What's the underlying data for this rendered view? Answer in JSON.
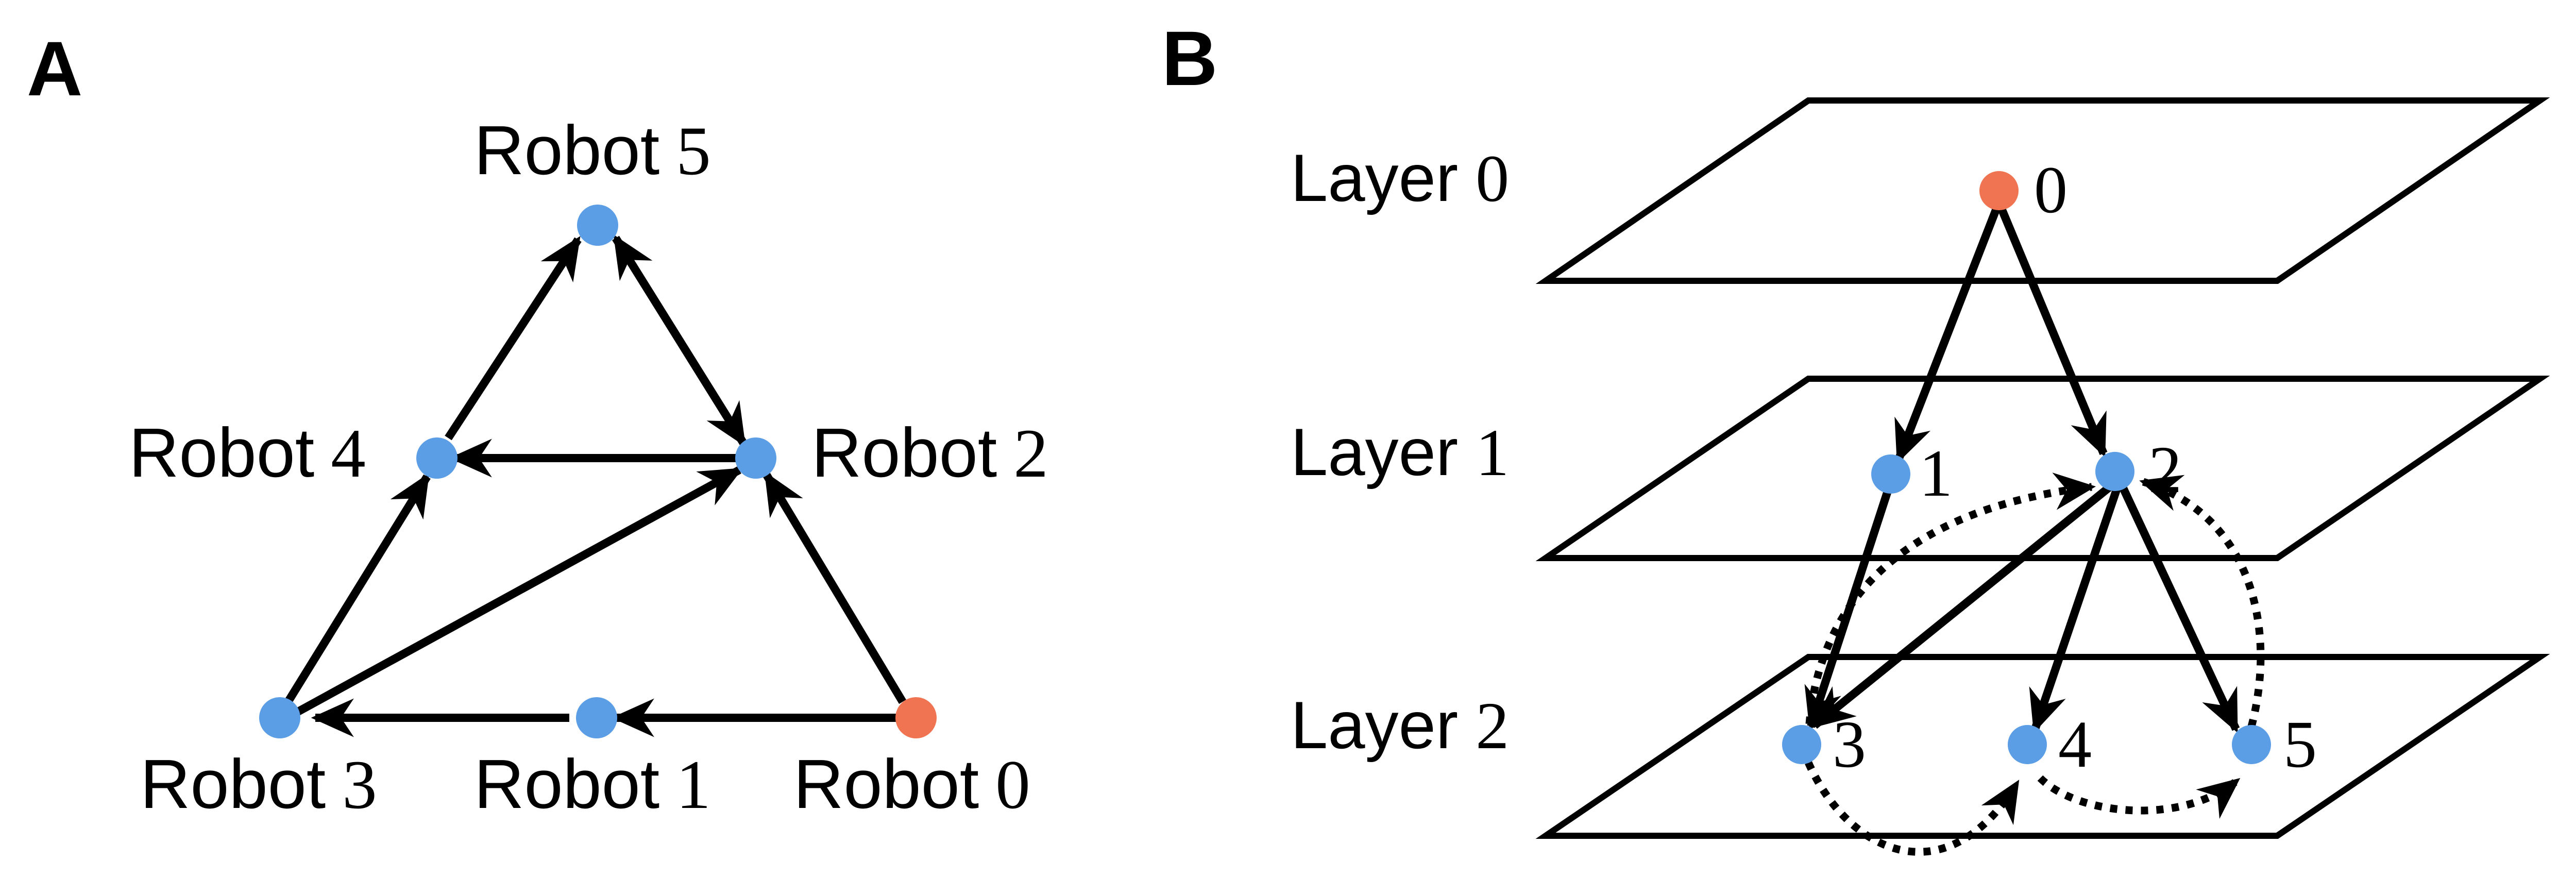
{
  "panel_a": {
    "label": "A",
    "robot_word": "Robot",
    "robots": [
      {
        "id": "0",
        "label_num": "0",
        "color": "#f07451"
      },
      {
        "id": "1",
        "label_num": "1",
        "color": "#5b9ee6"
      },
      {
        "id": "2",
        "label_num": "2",
        "color": "#5b9ee6"
      },
      {
        "id": "3",
        "label_num": "3",
        "color": "#5b9ee6"
      },
      {
        "id": "4",
        "label_num": "4",
        "color": "#5b9ee6"
      },
      {
        "id": "5",
        "label_num": "5",
        "color": "#5b9ee6"
      }
    ],
    "edges": [
      {
        "from": "0",
        "to": "1"
      },
      {
        "from": "1",
        "to": "3"
      },
      {
        "from": "0",
        "to": "2"
      },
      {
        "from": "3",
        "to": "2"
      },
      {
        "from": "3",
        "to": "4"
      },
      {
        "from": "2",
        "to": "4"
      },
      {
        "from": "4",
        "to": "5"
      },
      {
        "from": "5",
        "to": "2"
      },
      {
        "from": "2",
        "to": "5"
      }
    ]
  },
  "panel_b": {
    "label": "B",
    "layer_word": "Layer",
    "layers": [
      {
        "num": "0"
      },
      {
        "num": "1"
      },
      {
        "num": "2"
      }
    ],
    "nodes": [
      {
        "id": "0",
        "color": "#f07451"
      },
      {
        "id": "1",
        "color": "#5b9ee6"
      },
      {
        "id": "2",
        "color": "#5b9ee6"
      },
      {
        "id": "3",
        "color": "#5b9ee6"
      },
      {
        "id": "4",
        "color": "#5b9ee6"
      },
      {
        "id": "5",
        "color": "#5b9ee6"
      }
    ],
    "solid_edges": [
      {
        "from": "0",
        "to": "1"
      },
      {
        "from": "0",
        "to": "2"
      },
      {
        "from": "1",
        "to": "3"
      },
      {
        "from": "2",
        "to": "3"
      },
      {
        "from": "2",
        "to": "4"
      },
      {
        "from": "2",
        "to": "5"
      }
    ],
    "dotted_edges": [
      {
        "from": "3",
        "to": "2"
      },
      {
        "from": "5",
        "to": "2"
      },
      {
        "from": "3",
        "to": "4"
      },
      {
        "from": "4",
        "to": "5"
      }
    ]
  }
}
